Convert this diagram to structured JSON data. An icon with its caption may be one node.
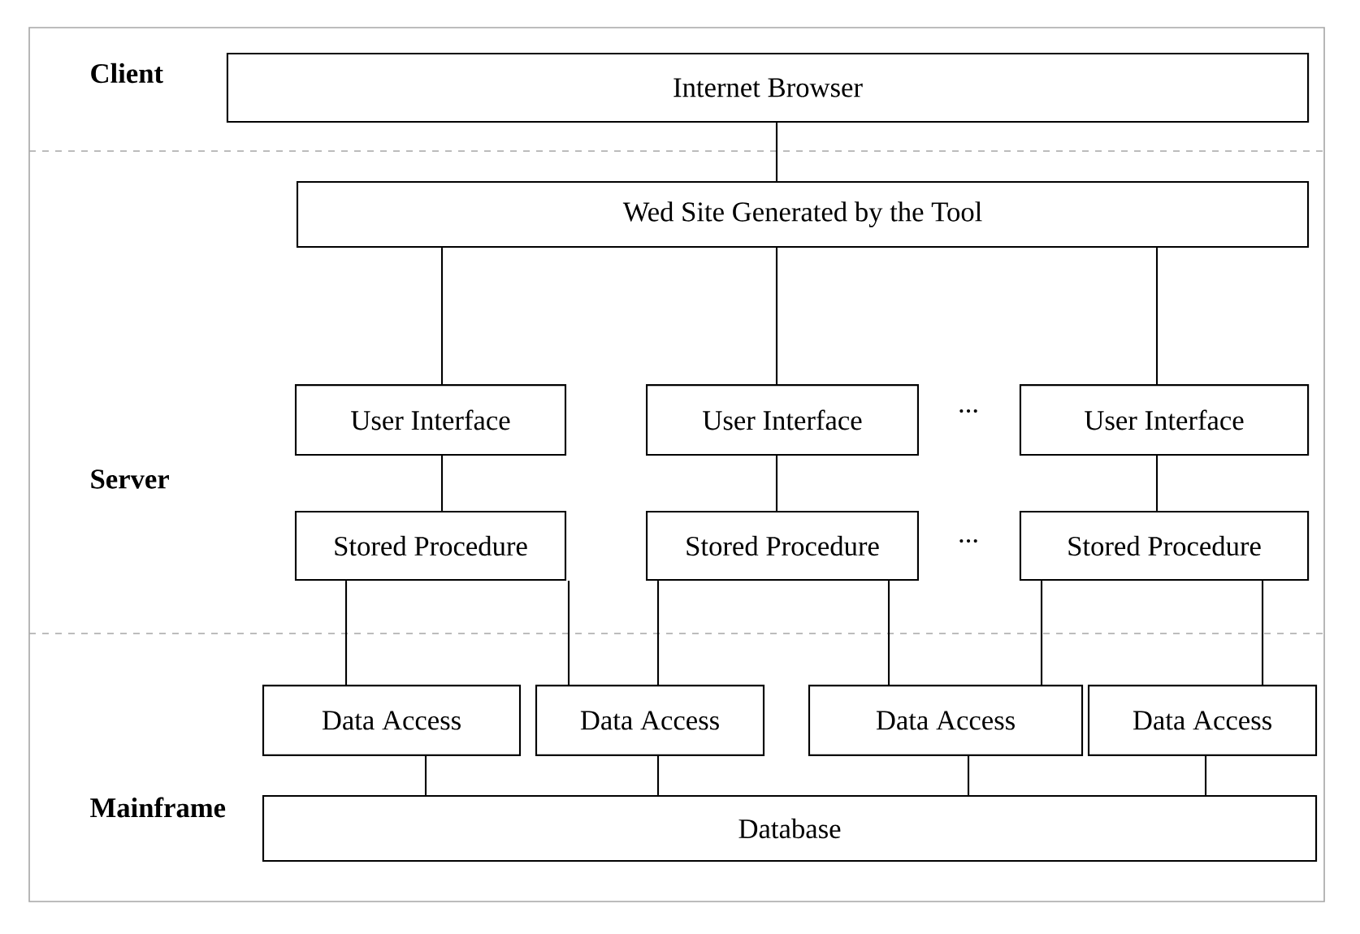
{
  "diagram": {
    "nodes": [
      {
        "text": [
          "Internet Browser"
        ]
      },
      {
        "text": [
          "Wed Site Generated by the Tool"
        ]
      },
      {
        "text": [
          "User Interface"
        ]
      },
      {
        "text": [
          "User Interface"
        ]
      },
      {
        "text": [
          "User Interface"
        ]
      },
      {
        "text": [
          "Stored Procedure"
        ]
      },
      {
        "text": [
          "Stored Procedure"
        ]
      },
      {
        "text": [
          "Stored Procedure"
        ]
      },
      {
        "text": [
          "Data Access"
        ]
      },
      {
        "text": [
          "Data Access"
        ]
      },
      {
        "text": [
          "Data Access"
        ]
      },
      {
        "text": [
          "Data Access"
        ]
      },
      {
        "text": [
          "Database"
        ]
      }
    ],
    "edges": [
      {
        "from": 0,
        "to": 1,
        "arrow": "none"
      },
      {
        "from": 1,
        "to": 2,
        "arrow": "none"
      },
      {
        "from": 1,
        "to": 3,
        "arrow": "none"
      },
      {
        "from": 1,
        "to": 4,
        "arrow": "none"
      },
      {
        "from": 2,
        "to": 5,
        "arrow": "none"
      },
      {
        "from": 3,
        "to": 6,
        "arrow": "none"
      },
      {
        "from": 4,
        "to": 7,
        "arrow": "none"
      },
      {
        "from": 5,
        "to": 8,
        "arrow": "none"
      },
      {
        "from": 5,
        "to": 9,
        "arrow": "none"
      },
      {
        "from": 6,
        "to": 9,
        "arrow": "none"
      },
      {
        "from": 6,
        "to": 10,
        "arrow": "none"
      },
      {
        "from": 7,
        "to": 10,
        "arrow": "none"
      },
      {
        "from": 7,
        "to": 11,
        "arrow": "none"
      },
      {
        "from": 8,
        "to": 12,
        "arrow": "none"
      },
      {
        "from": 9,
        "to": 12,
        "arrow": "none"
      },
      {
        "from": 10,
        "to": 12,
        "arrow": "none"
      },
      {
        "from": 11,
        "to": 12,
        "arrow": "none"
      }
    ],
    "labels": [
      "Client",
      "Server",
      "Mainframe",
      "...",
      "..."
    ]
  }
}
